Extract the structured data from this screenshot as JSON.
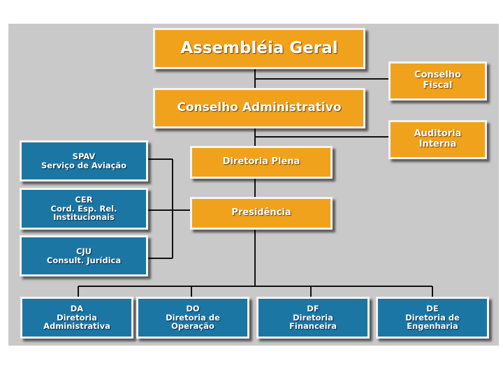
{
  "top": {
    "assembleia": "Assembléia Geral",
    "conselho_fiscal": [
      "Conselho",
      "Fiscal"
    ],
    "conselho_admin": "Conselho Administrativo",
    "auditoria": [
      "Auditoria",
      "Interna"
    ],
    "diretoria_plena": "Diretoria Plena",
    "presidencia": "Presidência"
  },
  "left": {
    "spav": [
      "SPAV",
      "Serviço de Aviação"
    ],
    "cer": [
      "CER",
      "Cord. Esp. Rel.",
      "Institucionais"
    ],
    "cju": [
      "CJU",
      "Consult. Jurídica"
    ]
  },
  "bottom": {
    "da": [
      "DA",
      "Diretoria",
      "Administrativa"
    ],
    "do": [
      "DO",
      "Diretoria de",
      "Operação"
    ],
    "df": [
      "DF",
      "Diretoria",
      "Financeira"
    ],
    "de": [
      "DE",
      "Diretoria de",
      "Engenharia"
    ]
  },
  "colors": {
    "orange": "#f0a21c",
    "blue": "#1b76a4",
    "panel": "#c9c9c9",
    "line": "#111111"
  }
}
